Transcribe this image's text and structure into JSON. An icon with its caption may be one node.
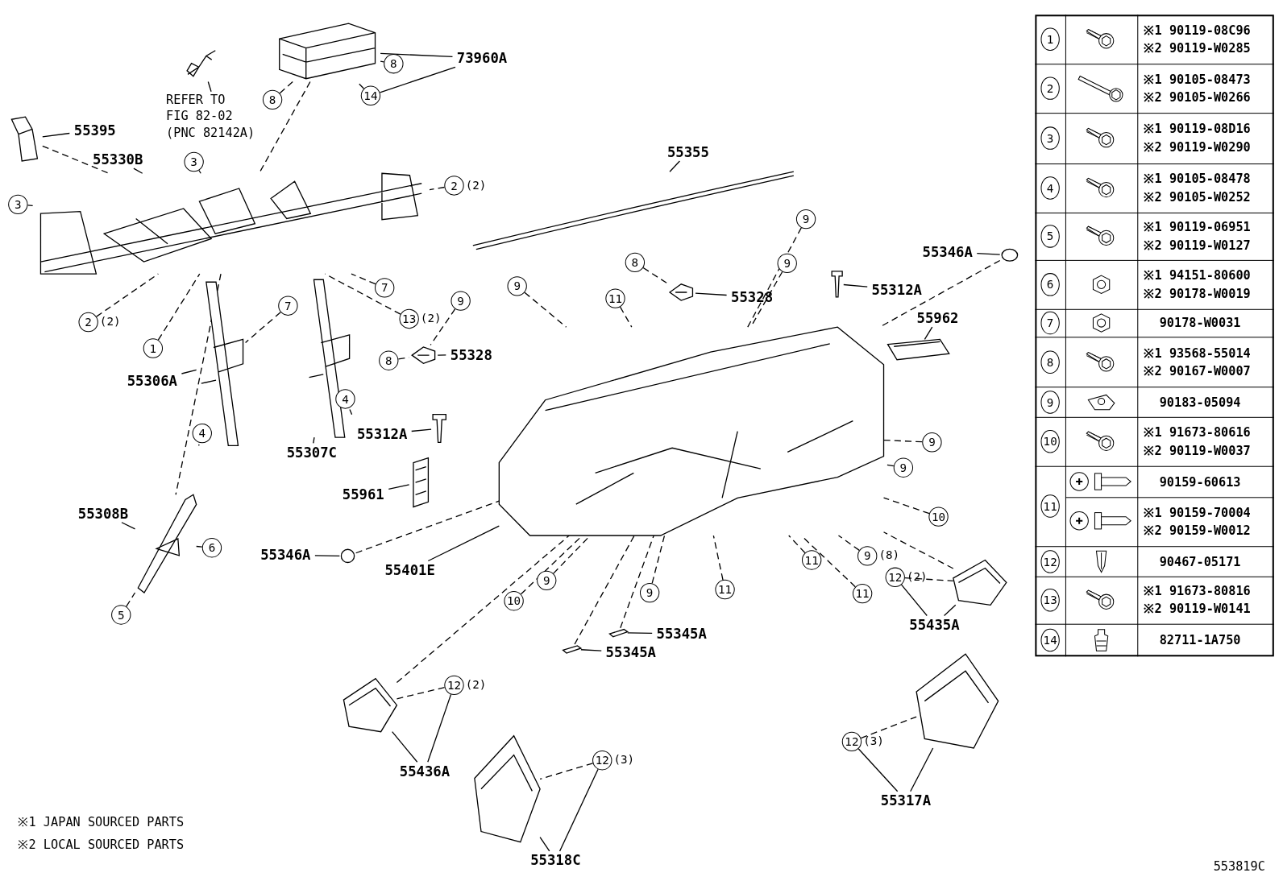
{
  "diagram": {
    "nodes": [
      {
        "text": [],
        "shape": "picture"
      },
      {
        "text": [
          "73960A"
        ]
      },
      {
        "text": [
          "8"
        ]
      },
      {
        "text": [
          "8"
        ]
      },
      {
        "text": [
          "14"
        ]
      },
      {
        "text": [],
        "shape": "picture"
      },
      {
        "text": [
          "REFER TO",
          "FIG 82-02",
          "(PNC 82142A)"
        ]
      },
      {
        "text": [
          "3"
        ]
      },
      {
        "text": [
          "2"
        ],
        "beside": [
          "(2)"
        ]
      },
      {
        "text": [],
        "shape": "picture"
      },
      {
        "text": [
          "55395"
        ]
      },
      {
        "text": [
          "3"
        ]
      },
      {
        "text": [
          "55330B"
        ]
      },
      {
        "text": [],
        "shape": "picture"
      },
      {
        "text": [
          "7"
        ]
      },
      {
        "text": [
          "13"
        ],
        "beside": [
          "(2)"
        ]
      },
      {
        "text": [
          "2"
        ],
        "beside": [
          "(2)"
        ]
      },
      {
        "text": [
          "1"
        ]
      },
      {
        "text": [
          "7"
        ]
      },
      {
        "text": [],
        "shape": "picture"
      },
      {
        "text": [],
        "shape": "picture"
      },
      {
        "text": [
          "55306A"
        ]
      },
      {
        "text": [
          "4"
        ]
      },
      {
        "text": [
          "4"
        ]
      },
      {
        "text": [
          "55307C"
        ]
      },
      {
        "text": [],
        "shape": "picture"
      },
      {
        "text": [
          "55308B"
        ]
      },
      {
        "text": [
          "6"
        ]
      },
      {
        "text": [
          "5"
        ]
      },
      {
        "text": [
          "55355"
        ]
      },
      {
        "text": [],
        "shape": "picture"
      },
      {
        "text": [
          "9"
        ]
      },
      {
        "text": [
          "9"
        ]
      },
      {
        "text": [
          "9"
        ]
      },
      {
        "text": [
          "9"
        ]
      },
      {
        "text": [
          "8"
        ]
      },
      {
        "text": [],
        "shape": "picture"
      },
      {
        "text": [
          "55328"
        ]
      },
      {
        "text": [
          "11"
        ]
      },
      {
        "text": [],
        "shape": "picture"
      },
      {
        "text": [
          "55312A"
        ]
      },
      {
        "text": [
          "55346A"
        ]
      },
      {
        "text": [],
        "shape": "circle"
      },
      {
        "text": [
          "55962"
        ]
      },
      {
        "text": [],
        "shape": "picture"
      },
      {
        "text": [
          "8"
        ]
      },
      {
        "text": [],
        "shape": "picture"
      },
      {
        "text": [
          "55328"
        ]
      },
      {
        "text": [],
        "shape": "picture"
      },
      {
        "text": [
          "55312A"
        ]
      },
      {
        "text": [],
        "shape": "picture"
      },
      {
        "text": [
          "9"
        ]
      },
      {
        "text": [
          "9"
        ]
      },
      {
        "text": [
          "10"
        ]
      },
      {
        "text": [
          "9"
        ],
        "beside": [
          "(8)"
        ]
      },
      {
        "text": [
          "55961"
        ]
      },
      {
        "text": [],
        "shape": "picture"
      },
      {
        "text": [
          "55346A"
        ]
      },
      {
        "text": [],
        "shape": "circle"
      },
      {
        "text": [
          "55401E"
        ]
      },
      {
        "text": [
          "11"
        ]
      },
      {
        "text": [
          "11"
        ]
      },
      {
        "text": [
          "9"
        ]
      },
      {
        "text": [
          "9"
        ]
      },
      {
        "text": [
          "10"
        ]
      },
      {
        "text": [
          "11"
        ]
      },
      {
        "text": [
          "12"
        ],
        "beside": [
          "(2)"
        ]
      },
      {
        "text": [],
        "shape": "picture"
      },
      {
        "text": [
          "55435A"
        ]
      },
      {
        "text": [],
        "shape": "picture"
      },
      {
        "text": [
          "55345A"
        ]
      },
      {
        "text": [],
        "shape": "picture"
      },
      {
        "text": [
          "55345A"
        ]
      },
      {
        "text": [
          "12"
        ],
        "beside": [
          "(2)"
        ]
      },
      {
        "text": [],
        "shape": "picture"
      },
      {
        "text": [
          "55436A"
        ]
      },
      {
        "text": [],
        "shape": "picture"
      },
      {
        "text": [
          "12"
        ],
        "beside": [
          "(3)"
        ]
      },
      {
        "text": [
          "55317A"
        ]
      },
      {
        "text": [],
        "shape": "picture"
      },
      {
        "text": [
          "12"
        ],
        "beside": [
          "(3)"
        ]
      },
      {
        "text": [
          "55318C"
        ]
      }
    ],
    "edges": [
      {
        "from": 1,
        "to": 0,
        "arrow": "none"
      },
      {
        "from": 1,
        "to": 4,
        "arrow": "none"
      },
      {
        "from": 6,
        "to": 5,
        "arrow": "none"
      },
      {
        "from": 10,
        "to": 9,
        "arrow": "none"
      },
      {
        "from": 12,
        "to": 13,
        "arrow": "none"
      },
      {
        "from": 21,
        "to": 19,
        "arrow": "none"
      },
      {
        "from": 24,
        "to": 20,
        "arrow": "none"
      },
      {
        "from": 26,
        "to": 25,
        "arrow": "none"
      },
      {
        "from": 29,
        "to": 30,
        "arrow": "none"
      },
      {
        "from": 37,
        "to": 36,
        "arrow": "none"
      },
      {
        "from": 40,
        "to": 39,
        "arrow": "none"
      },
      {
        "from": 41,
        "to": 42,
        "arrow": "none"
      },
      {
        "from": 43,
        "to": 44,
        "arrow": "none"
      },
      {
        "from": 47,
        "to": 46,
        "arrow": "none"
      },
      {
        "from": 49,
        "to": 50,
        "arrow": "none"
      },
      {
        "from": 55,
        "to": 56,
        "arrow": "none"
      },
      {
        "from": 57,
        "to": 58,
        "arrow": "none"
      },
      {
        "from": 59,
        "to": 48,
        "arrow": "none"
      },
      {
        "from": 68,
        "to": 67,
        "arrow": "none"
      },
      {
        "from": 68,
        "to": 66,
        "arrow": "none"
      },
      {
        "from": 70,
        "to": 69,
        "arrow": "none"
      },
      {
        "from": 72,
        "to": 71,
        "arrow": "none"
      },
      {
        "from": 75,
        "to": 74,
        "arrow": "none"
      },
      {
        "from": 75,
        "to": 73,
        "arrow": "none"
      },
      {
        "from": 78,
        "to": 76,
        "arrow": "none"
      },
      {
        "from": 78,
        "to": 77,
        "arrow": "none"
      },
      {
        "from": 81,
        "to": 79,
        "arrow": "none"
      },
      {
        "from": 81,
        "to": 80,
        "arrow": "none"
      },
      {
        "from": 2,
        "to": 0,
        "arrow": "none",
        "style": "dashed"
      },
      {
        "from": 3,
        "to": 0,
        "arrow": "none",
        "style": "dashed"
      },
      {
        "from": 4,
        "to": 0,
        "arrow": "none",
        "style": "dashed"
      },
      {
        "from": 7,
        "to": 13,
        "arrow": "none",
        "style": "dashed"
      },
      {
        "from": 8,
        "to": 13,
        "arrow": "none",
        "style": "dashed"
      },
      {
        "from": 11,
        "to": 13,
        "arrow": "none",
        "style": "dashed"
      },
      {
        "from": 14,
        "to": 13,
        "arrow": "none",
        "style": "dashed"
      },
      {
        "from": 15,
        "to": 13,
        "arrow": "none",
        "style": "dashed"
      },
      {
        "from": 16,
        "to": 13,
        "arrow": "none",
        "style": "dashed"
      },
      {
        "from": 17,
        "to": 13,
        "arrow": "none",
        "style": "dashed"
      },
      {
        "from": 18,
        "to": 19,
        "arrow": "none",
        "style": "dashed"
      },
      {
        "from": 22,
        "to": 20,
        "arrow": "none",
        "style": "dashed"
      },
      {
        "from": 23,
        "to": 19,
        "arrow": "none",
        "style": "dashed"
      },
      {
        "from": 27,
        "to": 25,
        "arrow": "none",
        "style": "dashed"
      },
      {
        "from": 28,
        "to": 25,
        "arrow": "none",
        "style": "dashed"
      },
      {
        "from": 31,
        "to": 48,
        "arrow": "none",
        "style": "dashed"
      },
      {
        "from": 32,
        "to": 46,
        "arrow": "none",
        "style": "dashed"
      },
      {
        "from": 33,
        "to": 48,
        "arrow": "none",
        "style": "dashed"
      },
      {
        "from": 34,
        "to": 48,
        "arrow": "none",
        "style": "dashed"
      },
      {
        "from": 35,
        "to": 36,
        "arrow": "none",
        "style": "dashed"
      },
      {
        "from": 38,
        "to": 48,
        "arrow": "none",
        "style": "dashed"
      },
      {
        "from": 45,
        "to": 46,
        "arrow": "none",
        "style": "dashed"
      },
      {
        "from": 51,
        "to": 48,
        "arrow": "none",
        "style": "dashed"
      },
      {
        "from": 52,
        "to": 48,
        "arrow": "none",
        "style": "dashed"
      },
      {
        "from": 53,
        "to": 48,
        "arrow": "none",
        "style": "dashed"
      },
      {
        "from": 54,
        "to": 48,
        "arrow": "none",
        "style": "dashed"
      },
      {
        "from": 60,
        "to": 48,
        "arrow": "none",
        "style": "dashed"
      },
      {
        "from": 61,
        "to": 48,
        "arrow": "none",
        "style": "dashed"
      },
      {
        "from": 62,
        "to": 48,
        "arrow": "none",
        "style": "dashed"
      },
      {
        "from": 63,
        "to": 48,
        "arrow": "none",
        "style": "dashed"
      },
      {
        "from": 64,
        "to": 48,
        "arrow": "none",
        "style": "dashed"
      },
      {
        "from": 65,
        "to": 48,
        "arrow": "none",
        "style": "dashed"
      },
      {
        "from": 66,
        "to": 67,
        "arrow": "none",
        "style": "dashed"
      },
      {
        "from": 73,
        "to": 74,
        "arrow": "none",
        "style": "dashed"
      },
      {
        "from": 77,
        "to": 76,
        "arrow": "none",
        "style": "dashed"
      },
      {
        "from": 80,
        "to": 79,
        "arrow": "none",
        "style": "dashed"
      },
      {
        "from": 0,
        "to": 13,
        "arrow": "none",
        "style": "dashed"
      },
      {
        "from": 9,
        "to": 13,
        "arrow": "none",
        "style": "dashed"
      },
      {
        "from": 13,
        "to": 25,
        "arrow": "none",
        "style": "dashed"
      },
      {
        "from": 69,
        "to": 48,
        "arrow": "none",
        "style": "dashed"
      },
      {
        "from": 71,
        "to": 48,
        "arrow": "none",
        "style": "dashed"
      },
      {
        "from": 74,
        "to": 48,
        "arrow": "none",
        "style": "dashed"
      },
      {
        "from": 67,
        "to": 48,
        "arrow": "none",
        "style": "dashed"
      },
      {
        "from": 42,
        "to": 48,
        "arrow": "none",
        "style": "dashed"
      },
      {
        "from": 58,
        "to": 48,
        "arrow": "none",
        "style": "dashed"
      }
    ],
    "labels": [
      "※1 JAPAN SOURCED PARTS",
      "※2 LOCAL SOURCED PARTS",
      "553819C",
      "1",
      "※1 90119-08C96",
      "※2 90119-W0285",
      "2",
      "※1 90105-08473",
      "※2 90105-W0266",
      "3",
      "※1 90119-08D16",
      "※2 90119-W0290",
      "4",
      "※1 90105-08478",
      "※2 90105-W0252",
      "5",
      "※1 90119-06951",
      "※2 90119-W0127",
      "6",
      "※1 94151-80600",
      "※2 90178-W0019",
      "7",
      "90178-W0031",
      "8",
      "※1 93568-55014",
      "※2 90167-W0007",
      "9",
      "90183-05094",
      "10",
      "※1 91673-80616",
      "※2 90119-W0037",
      "11",
      "90159-60613",
      "※1 90159-70004",
      "※2 90159-W0012",
      "12",
      "90467-05171",
      "13",
      "※1 91673-80816",
      "※2 90119-W0141",
      "14",
      "82711-1A750"
    ]
  }
}
